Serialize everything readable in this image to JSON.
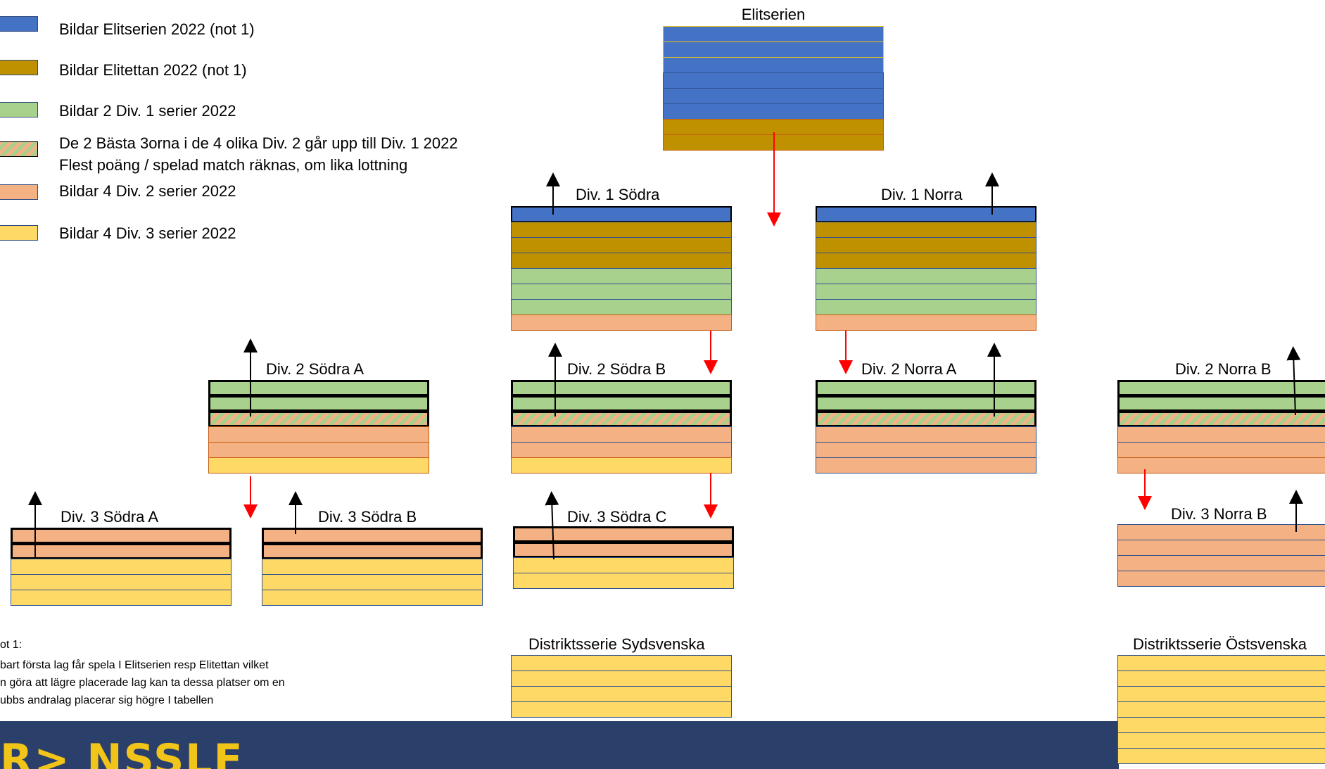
{
  "legend": [
    {
      "label": "Bildar Elitserien 2022 (not 1)",
      "color": "#4472c4"
    },
    {
      "label": "Bildar Elitettan 2022 (not 1)",
      "color": "#bf9000"
    },
    {
      "label": "Bildar 2 Div. 1 serier 2022",
      "color": "#a9d18e"
    },
    {
      "label": "De 2 Bästa 3orna i de 4 olika Div. 2 går upp till Div. 1 2022",
      "label2": "Flest poäng / spelad match räknas, om lika lottning",
      "color": "hatch"
    },
    {
      "label": "Bildar 4 Div. 2 serier 2022",
      "color": "#f4b183"
    },
    {
      "label": "Bildar 4 Div. 3 serier 2022",
      "color": "#ffd966"
    }
  ],
  "blocks": {
    "elitserien": {
      "title": "Elitserien"
    },
    "div1_sodra": {
      "title": "Div. 1 Södra"
    },
    "div1_norra": {
      "title": "Div. 1 Norra"
    },
    "div2_sodra_a": {
      "title": "Div. 2 Södra A"
    },
    "div2_sodra_b": {
      "title": "Div. 2 Södra B"
    },
    "div2_norra_a": {
      "title": "Div. 2 Norra A"
    },
    "div2_norra_b": {
      "title": "Div. 2 Norra B"
    },
    "div3_sodra_a": {
      "title": "Div. 3 Södra A"
    },
    "div3_sodra_b": {
      "title": "Div. 3 Södra B"
    },
    "div3_sodra_c": {
      "title": "Div. 3 Södra C"
    },
    "div3_norra_b": {
      "title": "Div. 3 Norra B"
    },
    "distrikt_syd": {
      "title": "Distriktsserie Sydsvenska"
    },
    "distrikt_ost": {
      "title": "Distriktsserie Östsvenska"
    }
  },
  "note": {
    "line1": "ot 1:",
    "line2": "bart första lag får spela I Elitserien resp Elitettan vilket",
    "line3": "n göra att lägre placerade lag kan ta dessa platser om en",
    "line4": "ubbs andralag placerar sig högre I tabellen"
  },
  "footer": {
    "logo_text": "R> NSSLF"
  },
  "colors": {
    "up_arrow": "#000000",
    "down_arrow": "#ff0000",
    "footer": "#2b3f6b"
  }
}
